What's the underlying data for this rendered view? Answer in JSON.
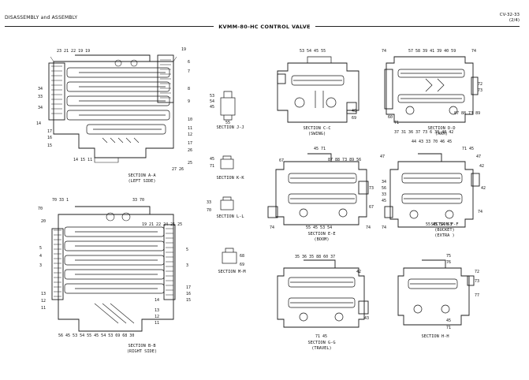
{
  "header": {
    "left": "DISASSEMBLY and ASSEMBLY",
    "title": "KVMM-80-HC CONTROL VALVE",
    "page_code": "CV-32-33",
    "page_sub": "(2/4)"
  },
  "sections": {
    "a_a": {
      "line1": "SECTION A-A",
      "line2": "(LEFT SIDE)"
    },
    "b_b": {
      "line1": "SECTION B-B",
      "line2": "(RIGHT SIDE)"
    },
    "c_c": {
      "line1": "SECTION C-C",
      "line2": "(SWING)"
    },
    "d_d": {
      "line1": "SECTION D-D",
      "line2": "(ARM)"
    },
    "e_e": {
      "line1": "SECTION E-E",
      "line2": "(BOOM)"
    },
    "f_f": {
      "line1": "SECTION F-F",
      "line2": "(BUCKET)",
      "line3": "(EXTRA )"
    },
    "g_g": {
      "line1": "SECTION G-G",
      "line2": "(TRAVEL)"
    },
    "h_h": {
      "line1": "SECTION H-H"
    },
    "j_j": {
      "line1": "SECTION J-J"
    },
    "k_k": {
      "line1": "SECTION K-K"
    },
    "l_l": {
      "line1": "SECTION L-L"
    },
    "m_m": {
      "line1": "SECTION M-M"
    }
  },
  "callouts": {
    "a_top": "23 21   22 19 19",
    "a_left": [
      "34",
      "33",
      "34",
      "14",
      "17",
      "16",
      "15"
    ],
    "a_right": [
      "19",
      "6",
      "7",
      "8",
      "9",
      "10",
      "11",
      "12",
      "17",
      "26",
      "25"
    ],
    "a_bottom": "14 15 11",
    "a_br": "27 26",
    "b_top": "70  33  1",
    "b_top_r": "33  70",
    "b_right_top": "19 21 22 24 21 25",
    "b_left": [
      "70",
      "20",
      "5",
      "4",
      "3",
      "13",
      "12",
      "11"
    ],
    "b_right": [
      "5",
      "3",
      "17",
      "16",
      "15",
      "14",
      "13",
      "12",
      "11"
    ],
    "b_bottom": "56 45 53 54 55 45 54 53  69 68 30",
    "c_top": "53 54 45 55",
    "c_right": [
      "46",
      "69"
    ],
    "d_top": "57 58 39 41 39 40 59",
    "d_left": [
      "74",
      "60",
      "71"
    ],
    "d_right": [
      "74",
      "72",
      "73",
      "87 88 73 89"
    ],
    "d_bottom": "37 31  36 37 73 6 38 40 42",
    "e_top": "45 71",
    "e_top2": "87 88 73 89 56",
    "e_left": [
      "67",
      "74"
    ],
    "e_right": [
      "73",
      "67",
      "74"
    ],
    "e_bottom": "55 45 53 54",
    "f_top": "44 43 33  70 46 45",
    "f_top2": "71 45",
    "f_left": [
      "47",
      "34",
      "56",
      "33",
      "45",
      "74"
    ],
    "f_right": [
      "47",
      "42",
      "42",
      "74"
    ],
    "f_bottom": "55 45 54 53",
    "g_top": "35 36 35 88 60 37",
    "g_right": [
      "42",
      "43"
    ],
    "g_bottom": "71 45",
    "h_top": [
      "75",
      "76"
    ],
    "h_right": [
      "72",
      "73",
      "77",
      "45",
      "71"
    ],
    "j_nums": [
      "53",
      "54",
      "45",
      "55"
    ],
    "k_nums": [
      "45",
      "71"
    ],
    "l_nums": [
      "33",
      "70"
    ],
    "m_nums": [
      "68",
      "69"
    ]
  }
}
